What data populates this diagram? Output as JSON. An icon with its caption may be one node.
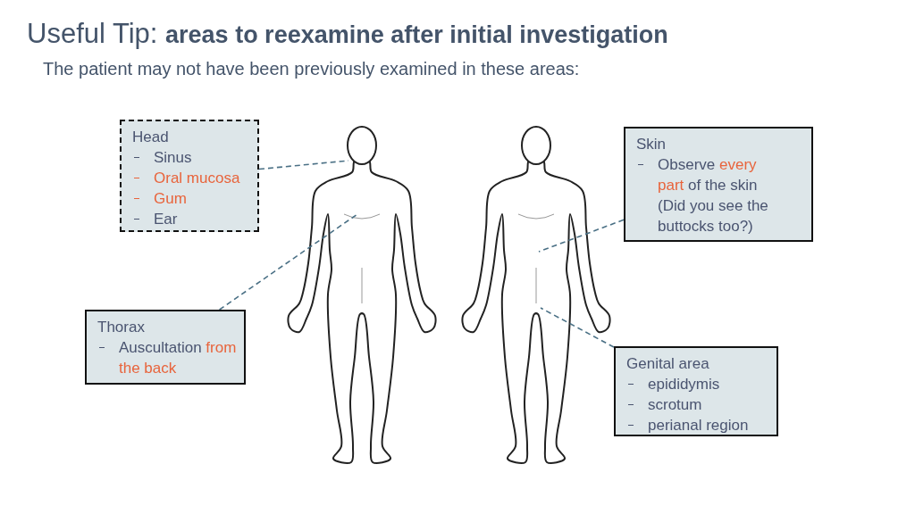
{
  "diagram": {
    "title": "Useful Tip: **areas to reexamine after initial investigation**",
    "nodes": [
      {
        "text": [
          "Head",
          "Sinus",
          "**Oral mucosa**",
          "**Gum**",
          "Ear"
        ]
      },
      {
        "text": [
          "Thorax",
          "Auscultation **from the back**"
        ]
      },
      {
        "text": [
          "Skin",
          "Observe **every part** of the skin (Did you see the buttocks too?)"
        ]
      },
      {
        "text": [
          "Genital area",
          "epididymis",
          "scrotum",
          "perianal region"
        ]
      },
      {
        "text": [],
        "shape": "picture"
      },
      {
        "text": [],
        "shape": "picture"
      }
    ],
    "edges": [
      {
        "from": 0,
        "to": 4,
        "arrow": "none",
        "style": "dashed"
      },
      {
        "from": 1,
        "to": 4,
        "arrow": "none",
        "style": "dashed"
      },
      {
        "from": 2,
        "to": 5,
        "arrow": "none",
        "style": "dashed"
      },
      {
        "from": 3,
        "to": 5,
        "arrow": "none",
        "style": "dashed"
      }
    ],
    "labels": [
      "The patient may not have been previously examined in these areas:"
    ]
  }
}
